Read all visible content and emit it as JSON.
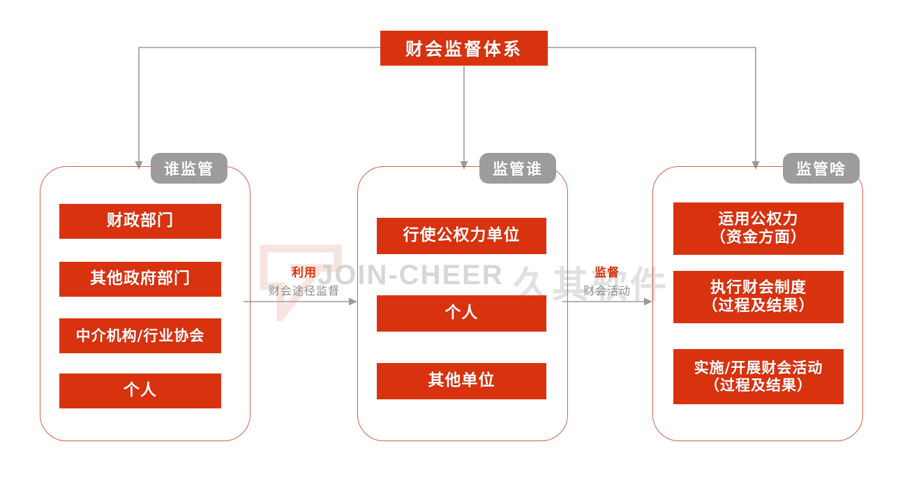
{
  "title": {
    "text": "财会监督体系"
  },
  "columns": [
    {
      "key": "who-supervises",
      "badge": "谁监管",
      "items": [
        {
          "line1": "财政部门",
          "line2": ""
        },
        {
          "line1": "其他政府部门",
          "line2": ""
        },
        {
          "line1": "中介机构/行业协会",
          "line2": ""
        },
        {
          "line1": "个人",
          "line2": ""
        }
      ]
    },
    {
      "key": "supervises-whom",
      "badge": "监管谁",
      "items": [
        {
          "line1": "行使公权力单位",
          "line2": ""
        },
        {
          "line1": "个人",
          "line2": ""
        },
        {
          "line1": "其他单位",
          "line2": ""
        }
      ]
    },
    {
      "key": "supervises-what",
      "badge": "监管啥",
      "items": [
        {
          "line1": "运用公权力",
          "line2": "（资金方面）"
        },
        {
          "line1": "执行财会制度",
          "line2": "（过程及结果）"
        },
        {
          "line1": "实施/开展财会活动",
          "line2": "（过程及结果）"
        }
      ]
    }
  ],
  "links": [
    {
      "key": "link-col1-col2",
      "top": "利用",
      "bottom": "财会途径监督"
    },
    {
      "key": "link-col2-col3",
      "top": "监督",
      "bottom": "财会活动"
    }
  ],
  "watermark": {
    "latin": "JOIN-CHEER",
    "chinese": "久其软件"
  },
  "colors": {
    "red": "#d9320f",
    "card_border": "#d0604a",
    "badge_gray": "#9c9c9c",
    "connector_gray": "#9a9a9a",
    "label_gray": "#8c8c8c"
  }
}
